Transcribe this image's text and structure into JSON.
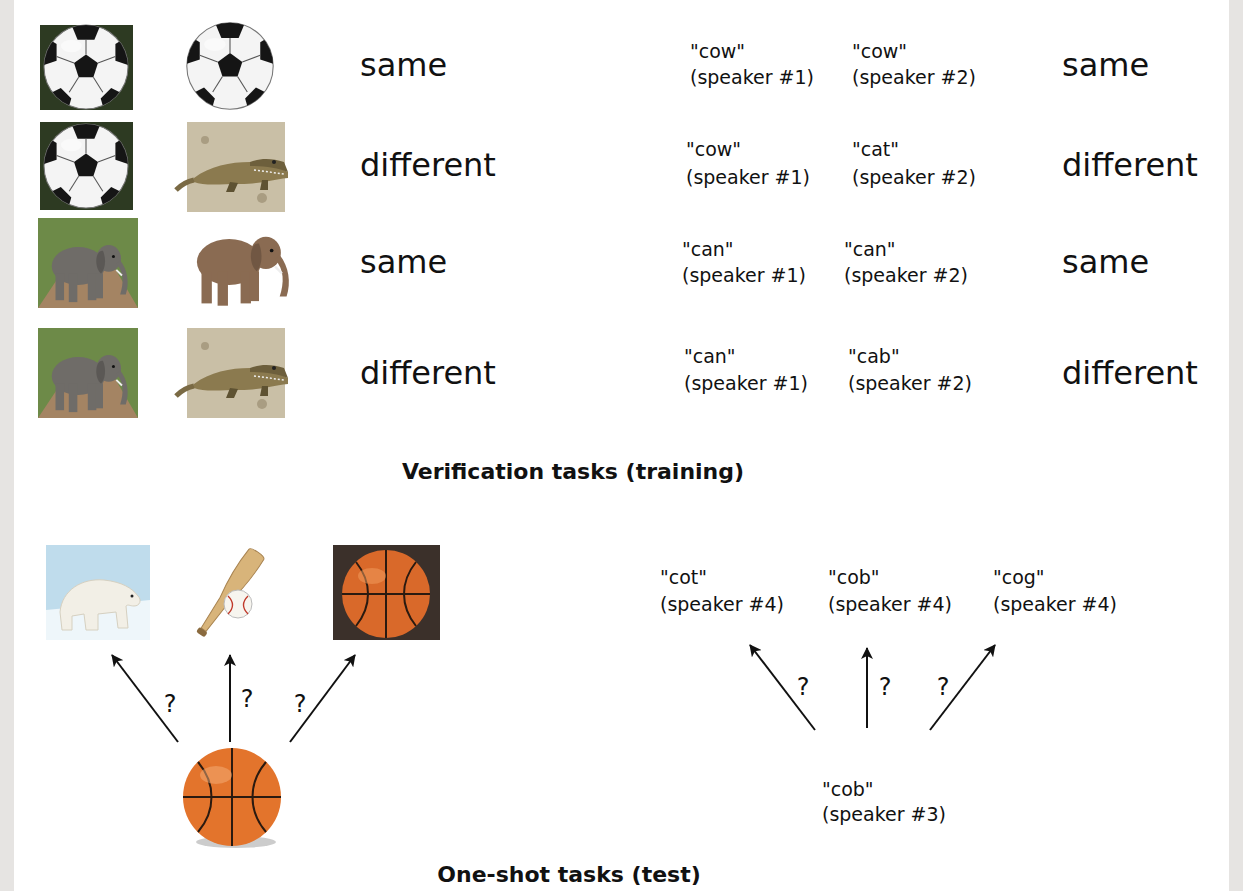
{
  "diagram": {
    "labels": [
      "same",
      "\"cow\"",
      "(speaker #1)",
      "\"cow\"",
      "(speaker #2)",
      "same",
      "different",
      "\"cow\"",
      "(speaker #1)",
      "\"cat\"",
      "(speaker #2)",
      "different",
      "same",
      "\"can\"",
      "(speaker #1)",
      "\"can\"",
      "(speaker #2)",
      "same",
      "different",
      "\"can\"",
      "(speaker #1)",
      "\"cab\"",
      "(speaker #2)",
      "different",
      "Verification tasks (training)",
      "\"cot\"",
      "(speaker #4)",
      "\"cob\"",
      "(speaker #4)",
      "\"cog\"",
      "(speaker #4)",
      "?",
      "?",
      "?",
      "?",
      "?",
      "?",
      "\"cob\"",
      "(speaker #3)",
      "One-shot tasks (test)"
    ]
  }
}
